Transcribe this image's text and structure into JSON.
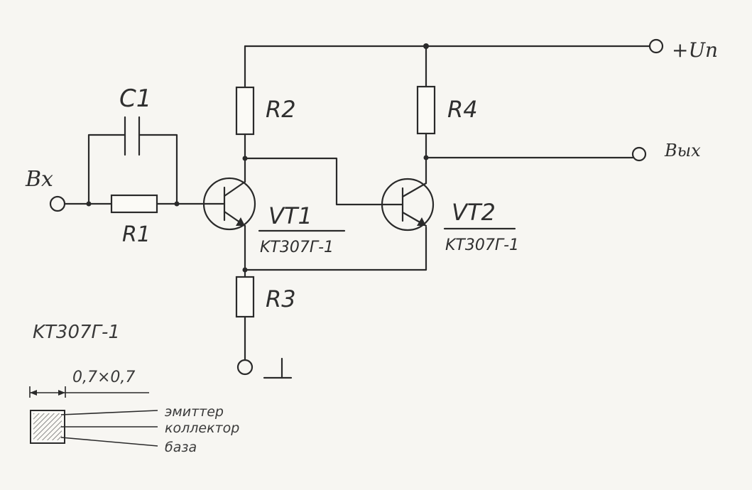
{
  "labels": {
    "c1": "C1",
    "r1": "R1",
    "r2": "R2",
    "r3": "R3",
    "r4": "R4",
    "vt1": "VT1",
    "vt1_type": "KT307Г-1",
    "vt2": "VT2",
    "vt2_type": "KT307Г-1",
    "input": "Вх",
    "output": "Вых",
    "supply": "+Uп",
    "ground": "⊥"
  },
  "package": {
    "title": "KT307Г-1",
    "size": "0,7×0,7",
    "pins": [
      "эмиттер",
      "коллектор",
      "база"
    ]
  },
  "colors": {
    "ink": "#2a2a2a",
    "paper": "#f7f6f2",
    "hatch": "#8a8a8a"
  }
}
